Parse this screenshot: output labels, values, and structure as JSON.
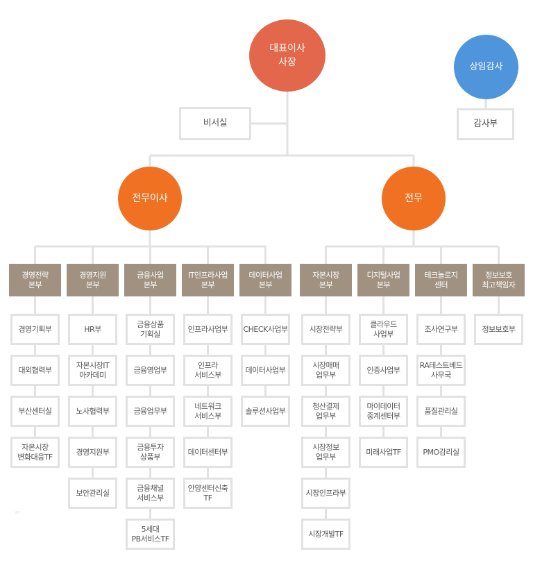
{
  "ceo": {
    "line1": "대표이사",
    "line2": "사장"
  },
  "auditor": {
    "label": "상임감사"
  },
  "secretariat": {
    "label": "비서실"
  },
  "audit_dept": {
    "label": "감사부"
  },
  "vp_left": {
    "label": "전무이사"
  },
  "vp_right": {
    "label": "전무"
  },
  "colors": {
    "ceo": "#e3674a",
    "auditor": "#4f95dc",
    "vp": "#ef7121",
    "headquarters": "#a09180",
    "border": "#e2e2e2"
  },
  "headquarters": [
    {
      "name": [
        "경영전략",
        "본부"
      ],
      "depts": [
        [
          "경영기획부"
        ],
        [
          "대외협력부"
        ],
        [
          "부산센터실"
        ],
        [
          "자본시장",
          "변화대응TF"
        ]
      ]
    },
    {
      "name": [
        "경영지원",
        "본부"
      ],
      "depts": [
        [
          "HR부"
        ],
        [
          "자본시장IT",
          "아카데미"
        ],
        [
          "노사협력부"
        ],
        [
          "경영지원부"
        ],
        [
          "보안관리실"
        ]
      ]
    },
    {
      "name": [
        "금융사업",
        "본부"
      ],
      "depts": [
        [
          "금융상품",
          "기획실"
        ],
        [
          "금융영업부"
        ],
        [
          "금융업무부"
        ],
        [
          "금융투자",
          "상품부"
        ],
        [
          "금융채널",
          "서비스부"
        ],
        [
          "5세대",
          "PB서비스TF"
        ]
      ]
    },
    {
      "name": [
        "IT인프라사업",
        "본부"
      ],
      "depts": [
        [
          "인프라사업부"
        ],
        [
          "인프라",
          "서비스부"
        ],
        [
          "네트워크",
          "서비스부"
        ],
        [
          "데이터센터부"
        ],
        [
          "안양센터신축",
          "TF"
        ]
      ]
    },
    {
      "name": [
        "데이터사업",
        "본부"
      ],
      "depts": [
        [
          "CHECK사업부"
        ],
        [
          "데이터사업부"
        ],
        [
          "솔루션사업부"
        ]
      ]
    },
    {
      "name": [
        "자본시장",
        "본부"
      ],
      "depts": [
        [
          "시장전략부"
        ],
        [
          "시장매매",
          "업무부"
        ],
        [
          "청산결제",
          "업무부"
        ],
        [
          "시장정보",
          "업무부"
        ],
        [
          "시장인프라부"
        ],
        [
          "시장개발TF"
        ]
      ]
    },
    {
      "name": [
        "디지털사업",
        "본부"
      ],
      "depts": [
        [
          "클라우드",
          "사업부"
        ],
        [
          "인증사업부"
        ],
        [
          "마이데이터",
          "중계센터부"
        ],
        [
          "미래사업TF"
        ]
      ]
    },
    {
      "name": [
        "테크놀로지",
        "센터"
      ],
      "depts": [
        [
          "조사연구부"
        ],
        [
          "RA테스트베드",
          "사무국"
        ],
        [
          "품질관리실"
        ],
        [
          "PMO감리실"
        ]
      ]
    },
    {
      "name": [
        "정보보호",
        "최고책임자"
      ],
      "depts": [
        [
          "정보보호부"
        ]
      ]
    }
  ]
}
